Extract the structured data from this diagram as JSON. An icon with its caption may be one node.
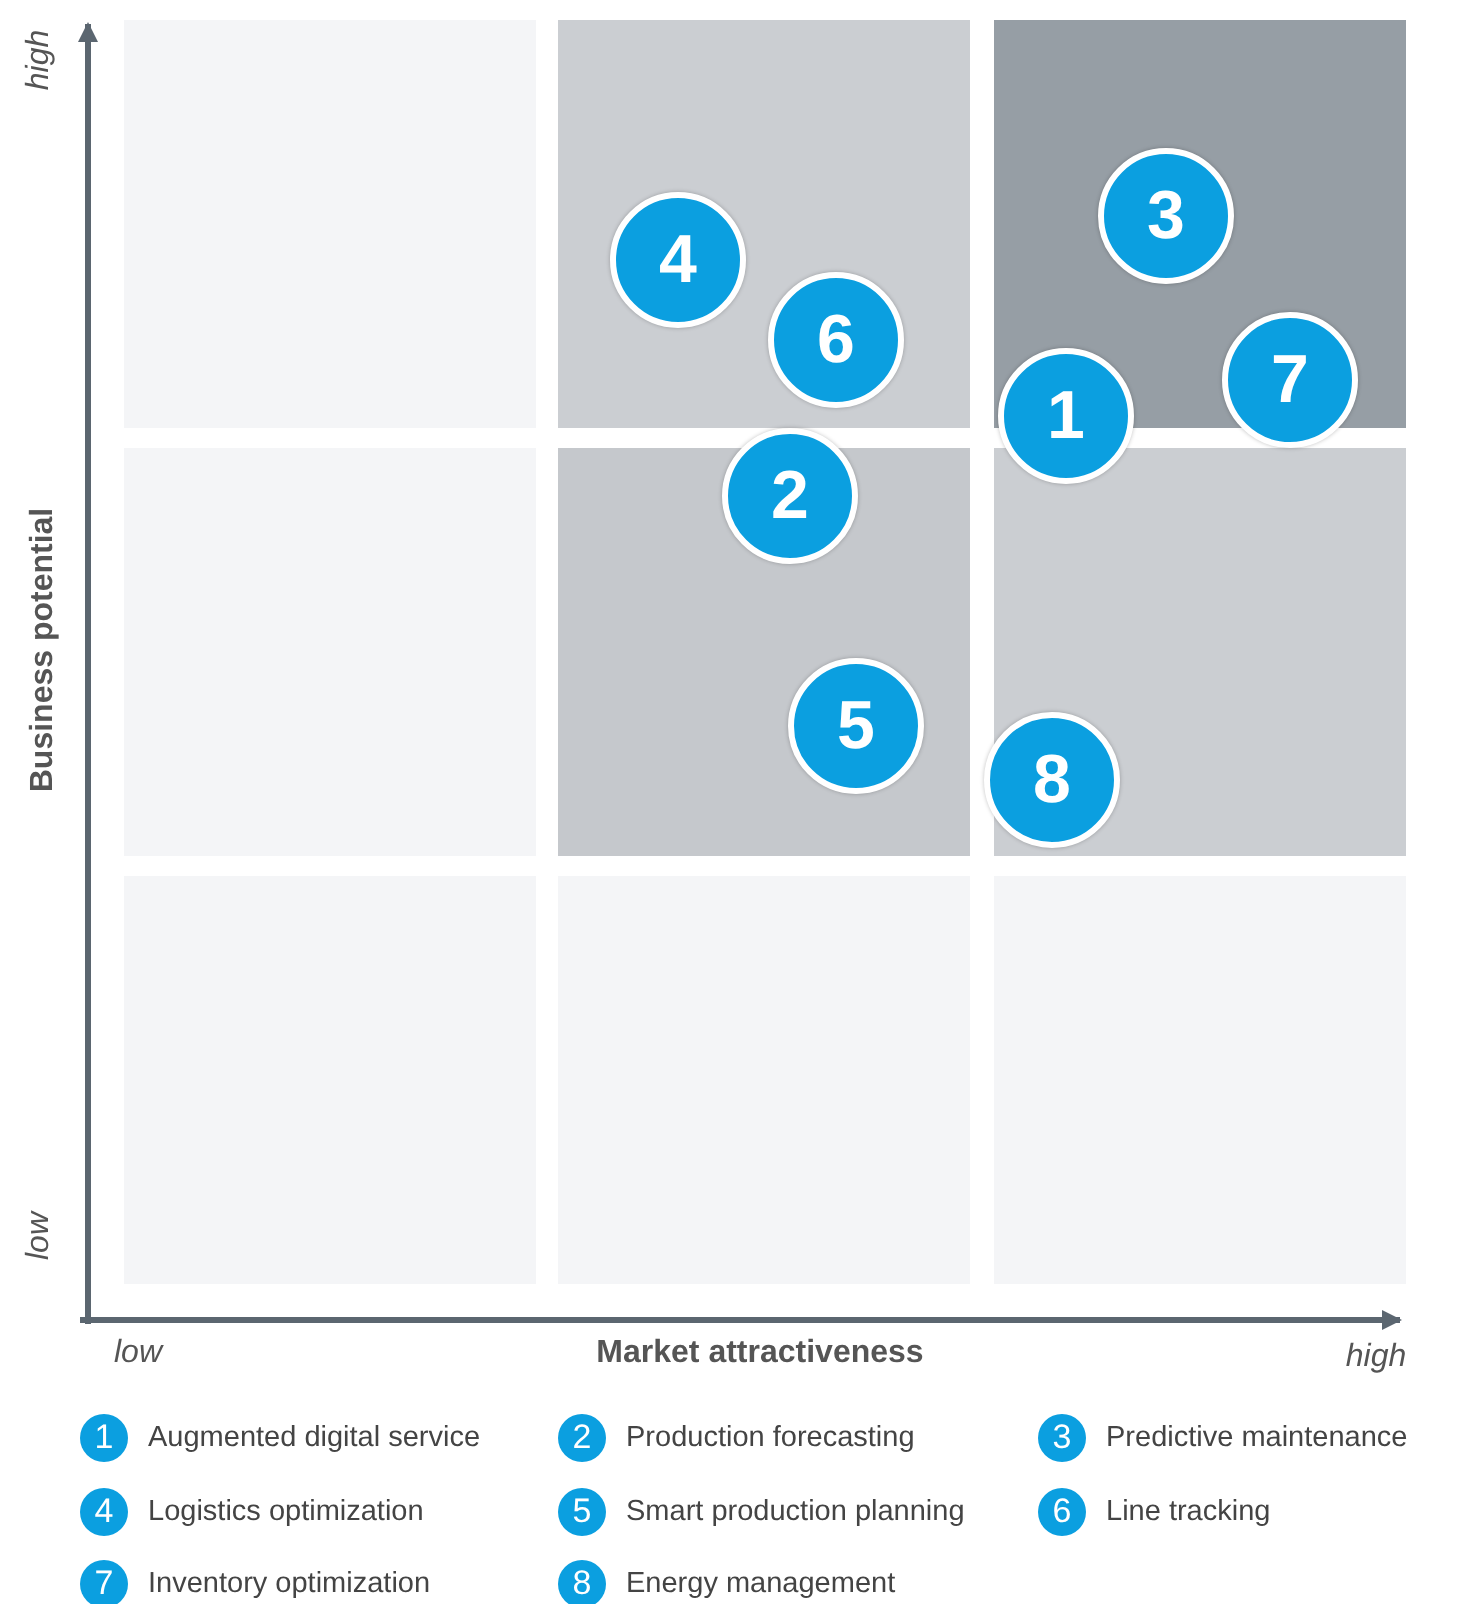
{
  "diagram": {
    "nodes": [
      {
        "text": [
          "1"
        ]
      },
      {
        "text": [
          "2"
        ]
      },
      {
        "text": [
          "3"
        ]
      },
      {
        "text": [
          "4"
        ]
      },
      {
        "text": [
          "5"
        ]
      },
      {
        "text": [
          "6"
        ]
      },
      {
        "text": [
          "7"
        ]
      },
      {
        "text": [
          "8"
        ]
      },
      {
        "text": [
          "1"
        ],
        "beside": [
          "Augmented digital service"
        ]
      },
      {
        "text": [
          "2"
        ],
        "beside": [
          "Production forecasting"
        ]
      },
      {
        "text": [
          "3"
        ],
        "beside": [
          "Predictive maintenance"
        ]
      },
      {
        "text": [
          "4"
        ],
        "beside": [
          "Logistics optimization"
        ]
      },
      {
        "text": [
          "5"
        ],
        "beside": [
          "Smart production planning"
        ]
      },
      {
        "text": [
          "6"
        ],
        "beside": [
          "Line tracking"
        ]
      },
      {
        "text": [
          "7"
        ],
        "beside": [
          "Inventory optimization"
        ]
      },
      {
        "text": [
          "8"
        ],
        "beside": [
          "Energy management"
        ]
      }
    ],
    "edges": [],
    "labels": [
      "high",
      "Business potential",
      "low",
      "low",
      "Market attractiveness",
      "high"
    ]
  }
}
